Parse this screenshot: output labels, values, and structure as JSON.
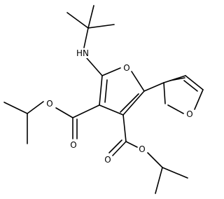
{
  "molecule": {
    "atom_labels": {
      "amine": "HN",
      "ring_oxygen_furan_main": "O",
      "ring_oxygen_furan_side": "O",
      "ester_upper_alkoxy_o": "O",
      "ester_upper_carbonyl_o": "O",
      "ester_lower_alkoxy_o": "O",
      "ester_lower_carbonyl_o": "O"
    },
    "colors": {
      "bond": "#000000",
      "text": "#000000",
      "background": "#ffffff"
    }
  }
}
